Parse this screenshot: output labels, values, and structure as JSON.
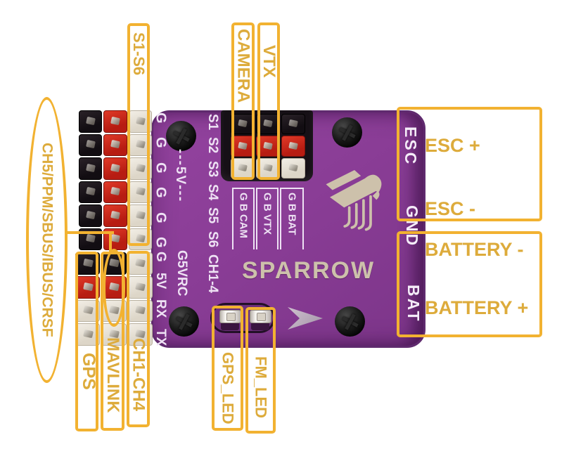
{
  "diagram_title": "SPARROW flight controller pinout",
  "colors": {
    "background": "#FFFFFF",
    "annotation_box": "#F2B231",
    "annotation_text": "#DDAB3B",
    "board_purple": "#8A3D96",
    "board_edge": "#5F2A6E",
    "silkscreen": "#EEE2F4",
    "logo_silver": "#CDC1AB",
    "pin_black": "#161016",
    "pin_red": "#C5271D",
    "pin_white": "#E9E4DA"
  },
  "annotations": {
    "s1s6": "S1-S6",
    "camera": "CAMERA",
    "vtx": "VTX",
    "esc_plus": "ESC +",
    "esc_minus": "ESC -",
    "battery_minus": "BATTERY -",
    "battery_plus": "BATTERY +",
    "ch5_ppm": "CH5/PPM/SBUS/IBUS/CRSF",
    "gps": "GPS",
    "mavlink": "MAVLINK",
    "ch1ch4": "CH1-CH4",
    "gps_led": "GPS_LED",
    "fm_led": "FM_LED"
  },
  "board": {
    "name": "SPARROW",
    "silkscreen": {
      "servo_signals": [
        "S1",
        "S2",
        "S3",
        "S4",
        "S5",
        "S6"
      ],
      "ground_column": [
        "G",
        "G",
        "G",
        "G",
        "G",
        "G"
      ],
      "power_rail": "---5V---",
      "uart_pins": [
        "G",
        "5V",
        "RX",
        "TX"
      ],
      "gps_port": "G5VRC",
      "ch_port": "CH1-4",
      "cam_box": "G B CAM",
      "vtx_box": "G B VTX",
      "bat_box": "G B BAT",
      "esc_pad": "ESC",
      "gnd_pad": "GND",
      "bat_pad": "BAT"
    },
    "icons": {
      "logo": "sparrow-bird-logo",
      "direction": "right-arrow",
      "leds": [
        "gps-led-chip",
        "fm-led-chip"
      ],
      "screws": "philips-screw"
    }
  },
  "connectors": {
    "top_header": {
      "rows": [
        [
          "black",
          "black",
          "black"
        ],
        [
          "red",
          "red",
          "red"
        ],
        [
          "white",
          "white",
          "white"
        ]
      ]
    },
    "left_upper": {
      "columns": [
        "black",
        "red",
        "white"
      ],
      "rows": 6
    },
    "left_lower": {
      "rows": [
        [
          "black",
          "black",
          "white"
        ],
        [
          "red",
          "red",
          "white"
        ],
        [
          "white",
          "white",
          "white"
        ],
        [
          "white",
          "white",
          "white"
        ]
      ]
    }
  }
}
